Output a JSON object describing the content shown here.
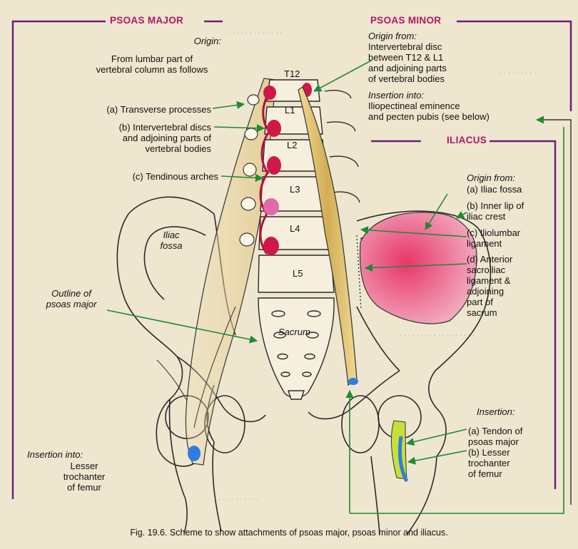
{
  "colors": {
    "page": "#efe6cf",
    "frame": "#6a1f78",
    "section_title": "#b0166a",
    "arrow": "#1f8a34",
    "psoas_minor_tendon": "#d9b760",
    "iliacus": "#e0345f",
    "attachment_spot": "#d01848",
    "insertion_spot": "#2f7de0"
  },
  "psoas_major": {
    "title": "PSOAS MAJOR",
    "origin_heading": "Origin:",
    "origin_text": "From lumbar part of\nvertebral column as follows",
    "a": "(a) Transverse processes",
    "b": "(b) Intervertebral discs\nand adjoining parts of\nvertebral bodies",
    "c": "(c) Tendinous arches",
    "insertion_heading": "Insertion into:",
    "insertion_text": "Lesser\ntrochanter\nof femur"
  },
  "psoas_minor": {
    "title": "PSOAS MINOR",
    "origin_heading": "Origin from:",
    "origin_text": "Intervertebral disc\nbetween T12 & L1\nand adjoining parts\nof vertebral bodies",
    "insertion_heading": "Insertion into:",
    "insertion_text": "Iliopectineal eminence\nand pecten pubis (see below)"
  },
  "iliacus": {
    "title": "ILIACUS",
    "origin_heading": "Origin from:",
    "a": "(a) Iliac fossa",
    "b": "(b) Inner lip of\niliac crest",
    "c": "(c) Iliolumbar\nligament",
    "d": "(d) Anterior\nsacroiliac\nligament &\nadjoining\npart of\nsacrum",
    "insertion_heading": "Insertion:",
    "ins_a": "(a) Tendon of\npsoas major",
    "ins_b": "(b) Lesser\ntrochanter\nof femur"
  },
  "vertebrae": [
    "T12",
    "L1",
    "L2",
    "L3",
    "L4",
    "L5"
  ],
  "labels": {
    "iliac_fossa": "Iliac\nfossa",
    "outline": "Outline of\npsoas major",
    "sacrum": "Sacrum"
  },
  "caption": "Fig. 19.6. Scheme to show attachments of psoas major, psoas minor and iliacus."
}
